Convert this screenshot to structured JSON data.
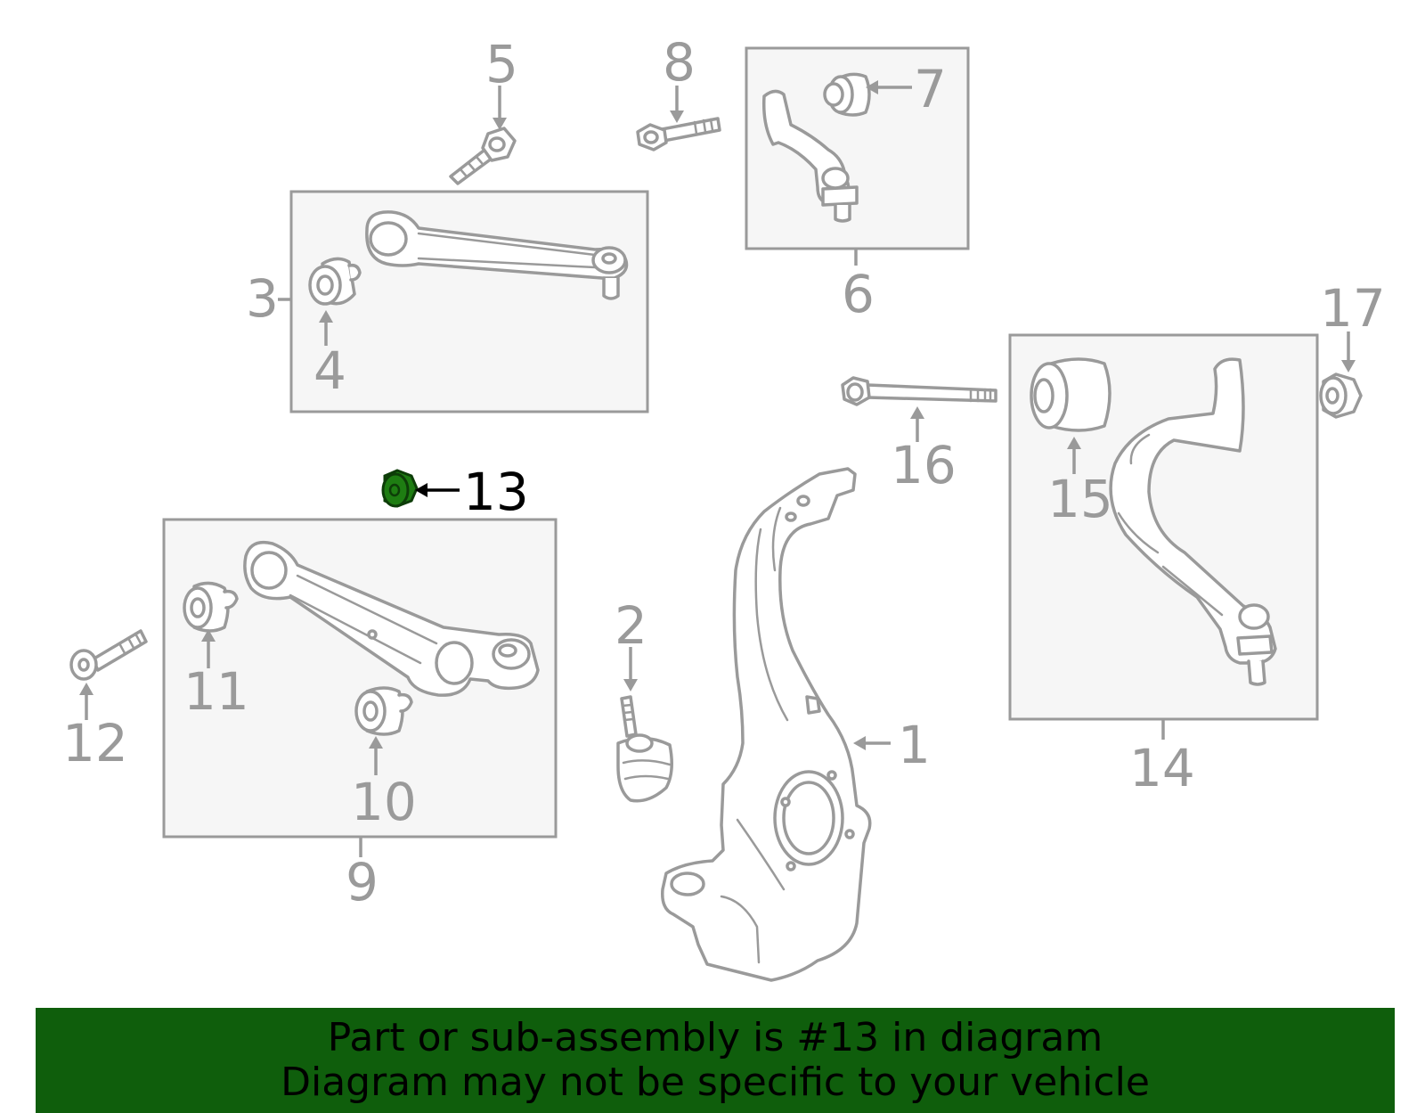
{
  "colors": {
    "line": "#9a9a9a",
    "highlight_part": "#1e7d12",
    "highlight_text": "#000000",
    "banner_bg": "#0f5e0c",
    "panel_bg": "#f6f6f6"
  },
  "highlighted_callout": "13",
  "callouts": {
    "c1": "1",
    "c2": "2",
    "c3": "3",
    "c4": "4",
    "c5": "5",
    "c6": "6",
    "c7": "7",
    "c8": "8",
    "c9": "9",
    "c10": "10",
    "c11": "11",
    "c12": "12",
    "c13": "13",
    "c14": "14",
    "c15": "15",
    "c16": "16",
    "c17": "17"
  },
  "banner": {
    "line1": "Part or sub-assembly is #13 in diagram",
    "line2": "Diagram may not be specific to your vehicle"
  }
}
